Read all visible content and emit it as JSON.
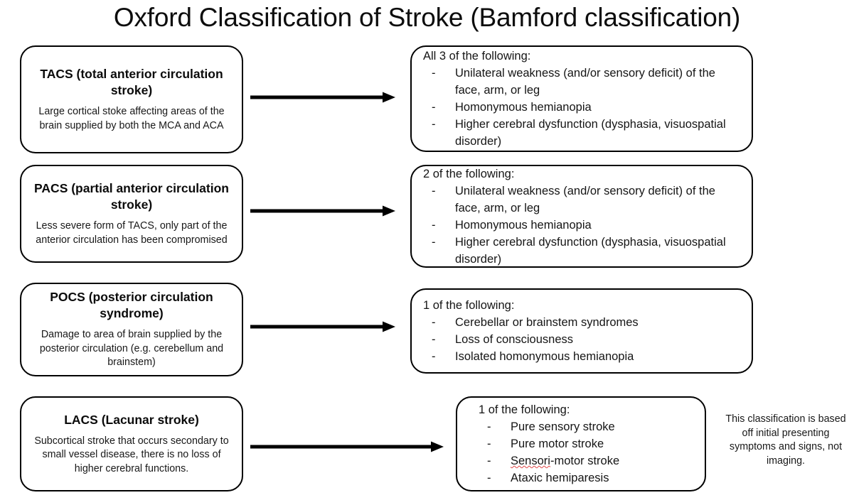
{
  "title": "Oxford Classification of Stroke (Bamford classification)",
  "rows": [
    {
      "type": {
        "heading": "TACS (total anterior circulation stroke)",
        "description": "Large cortical stoke affecting areas of the brain supplied by both the MCA and ACA"
      },
      "criteria": {
        "lead": "All 3 of the following:",
        "bullets": [
          "Unilateral weakness (and/or sensory deficit) of the face, arm, or leg",
          "Homonymous hemianopia",
          "Higher cerebral dysfunction (dysphasia, visuospatial disorder)"
        ]
      },
      "arrow_label": "arrow-tacs"
    },
    {
      "type": {
        "heading": "PACS (partial anterior circulation stroke)",
        "description": "Less severe form of TACS, only part of the anterior circulation has been compromised"
      },
      "criteria": {
        "lead": "2 of the following:",
        "bullets": [
          "Unilateral weakness (and/or sensory deficit) of the face, arm, or leg",
          "Homonymous hemianopia",
          "Higher cerebral dysfunction (dysphasia, visuospatial disorder)"
        ]
      },
      "arrow_label": "arrow-pacs"
    },
    {
      "type": {
        "heading": "POCS (posterior circulation syndrome)",
        "description": "Damage to area of brain supplied by the posterior circulation (e.g. cerebellum and brainstem)"
      },
      "criteria": {
        "lead": "1 of the following:",
        "bullets": [
          "Cerebellar or brainstem syndromes",
          "Loss of consciousness",
          "Isolated homonymous hemianopia"
        ]
      },
      "arrow_label": "arrow-pocs"
    },
    {
      "type": {
        "heading": "LACS (Lacunar stroke)",
        "description": "Subcortical stroke that occurs secondary to small vessel disease, there is no loss of higher cerebral functions."
      },
      "criteria": {
        "lead": "1 of the following:",
        "bullets": [
          "Pure sensory stroke",
          "Pure motor stroke",
          "Sensori-motor stroke",
          "Ataxic hemiparesis"
        ],
        "misspelled_word": "Sensori",
        "misspelled_rest": "-motor stroke"
      },
      "arrow_label": "arrow-lacs"
    }
  ],
  "note": "This classification is based off initial presenting symptoms and signs, not imaging.",
  "colors": {
    "border": "#000000",
    "text": "#151515",
    "background": "#ffffff",
    "spellcheck_underline": "#e04646"
  }
}
